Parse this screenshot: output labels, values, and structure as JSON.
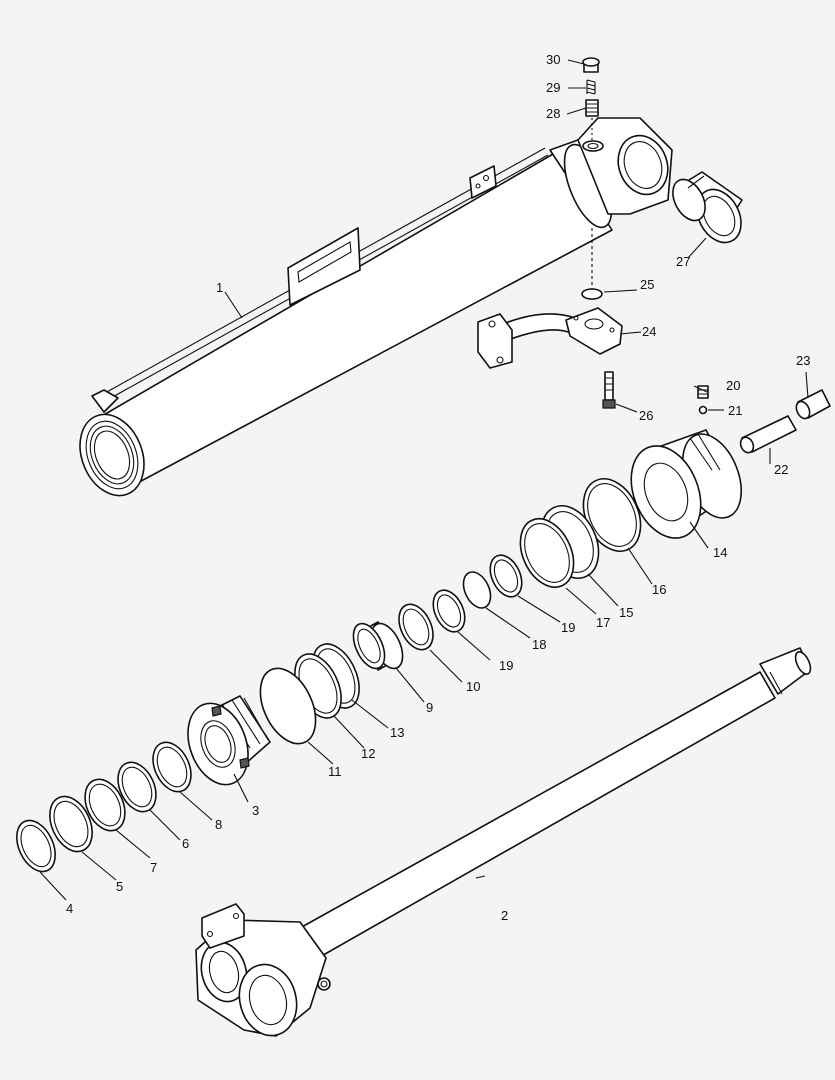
{
  "callouts": [
    {
      "id": "c1",
      "text": "1"
    },
    {
      "id": "c2",
      "text": "2"
    },
    {
      "id": "c3",
      "text": "3"
    },
    {
      "id": "c4",
      "text": "4"
    },
    {
      "id": "c5",
      "text": "5"
    },
    {
      "id": "c6",
      "text": "6"
    },
    {
      "id": "c7",
      "text": "7"
    },
    {
      "id": "c8",
      "text": "8"
    },
    {
      "id": "c9",
      "text": "9"
    },
    {
      "id": "c10",
      "text": "10"
    },
    {
      "id": "c11",
      "text": "11"
    },
    {
      "id": "c12",
      "text": "12"
    },
    {
      "id": "c13",
      "text": "13"
    },
    {
      "id": "c14",
      "text": "14"
    },
    {
      "id": "c15",
      "text": "15"
    },
    {
      "id": "c16",
      "text": "16"
    },
    {
      "id": "c17",
      "text": "17"
    },
    {
      "id": "c18",
      "text": "18"
    },
    {
      "id": "c19a",
      "text": "19"
    },
    {
      "id": "c19b",
      "text": "19"
    },
    {
      "id": "c20",
      "text": "20"
    },
    {
      "id": "c21",
      "text": "21"
    },
    {
      "id": "c22",
      "text": "22"
    },
    {
      "id": "c23",
      "text": "23"
    },
    {
      "id": "c24",
      "text": "24"
    },
    {
      "id": "c25",
      "text": "25"
    },
    {
      "id": "c26",
      "text": "26"
    },
    {
      "id": "c27",
      "text": "27"
    },
    {
      "id": "c28",
      "text": "28"
    },
    {
      "id": "c29",
      "text": "29"
    },
    {
      "id": "c30",
      "text": "30"
    }
  ]
}
